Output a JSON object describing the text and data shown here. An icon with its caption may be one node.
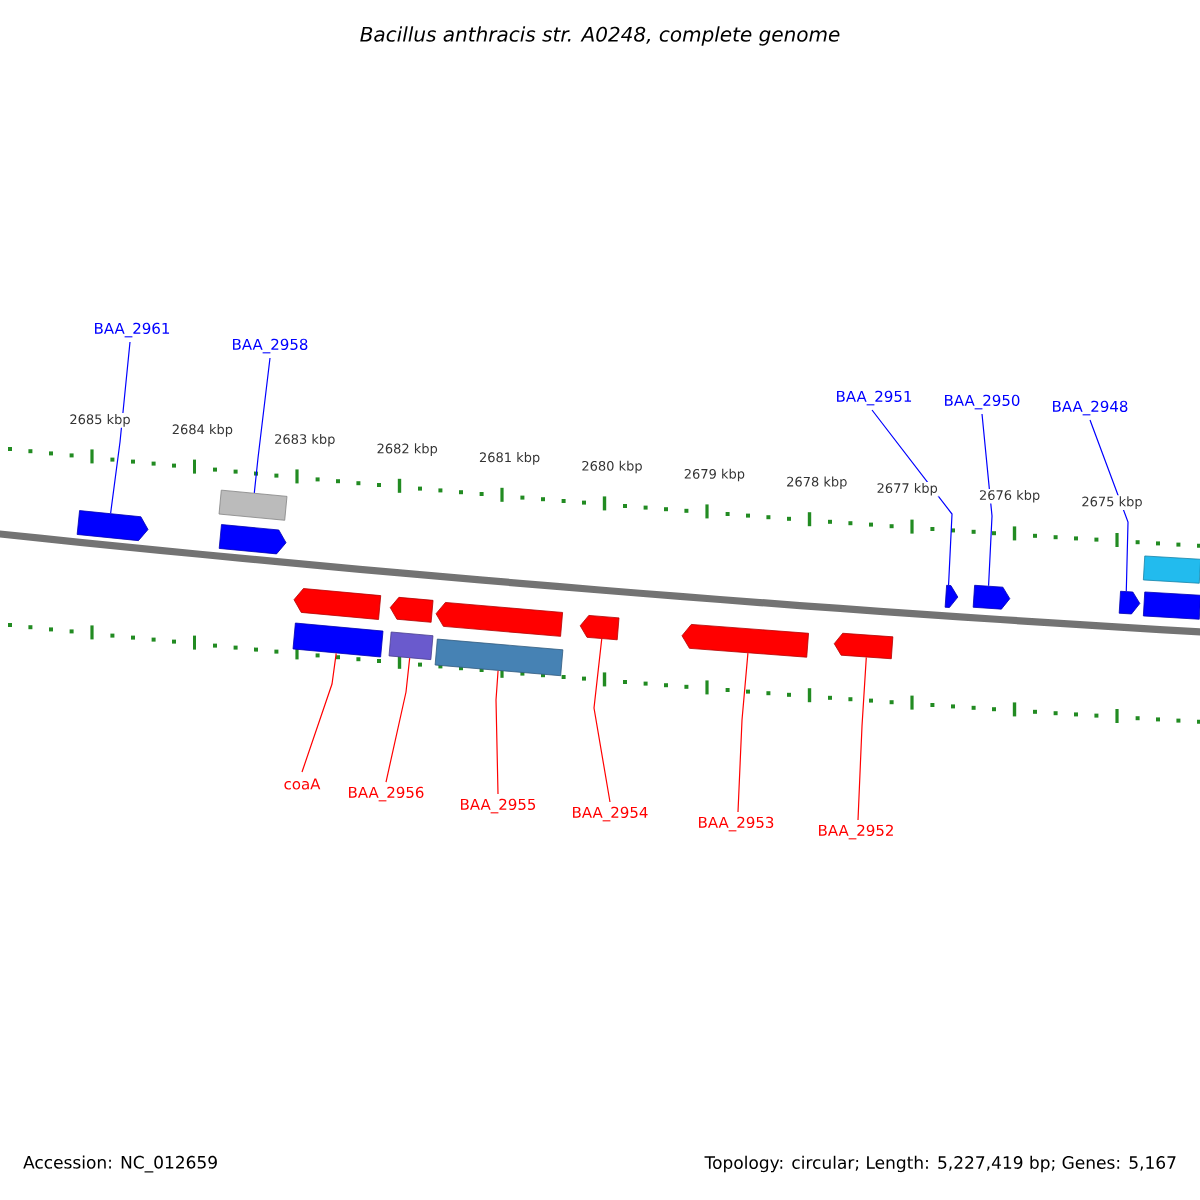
{
  "diagram": {
    "title": "Bacillus anthracis str. A0248, complete genome",
    "nodes": [
      {
        "text": [
          "BAA_2961"
        ]
      },
      {
        "text": [
          "BAA_2958"
        ]
      },
      {
        "text": [
          "BAA_2951"
        ]
      },
      {
        "text": [
          "BAA_2950"
        ]
      },
      {
        "text": [
          "BAA_2948"
        ]
      },
      {
        "text": [
          "coaA"
        ]
      },
      {
        "text": [
          "BAA_2956"
        ]
      },
      {
        "text": [
          "BAA_2955"
        ]
      },
      {
        "text": [
          "BAA_2954"
        ]
      },
      {
        "text": [
          "BAA_2953"
        ]
      },
      {
        "text": [
          "BAA_2952"
        ]
      },
      {
        "text": [],
        "shape": "arrow"
      },
      {
        "text": [],
        "shape": "box"
      },
      {
        "text": [],
        "shape": "arrow"
      },
      {
        "text": [],
        "shape": "box"
      },
      {
        "text": [],
        "shape": "arrow"
      },
      {
        "text": [],
        "shape": "box"
      },
      {
        "text": [],
        "shape": "arrow"
      },
      {
        "text": [],
        "shape": "box"
      },
      {
        "text": [],
        "shape": "arrow"
      },
      {
        "text": [],
        "shape": "arrow"
      },
      {
        "text": [],
        "shape": "arrow"
      },
      {
        "text": [],
        "shape": "arrow"
      },
      {
        "text": [],
        "shape": "arrow"
      },
      {
        "text": [],
        "shape": "arrow"
      },
      {
        "text": [],
        "shape": "arrow"
      },
      {
        "text": [],
        "shape": "box"
      },
      {
        "text": [],
        "shape": "box"
      }
    ],
    "edges": [
      {
        "from": 0,
        "to": 11,
        "arrow": "none",
        "color": "#0000ff"
      },
      {
        "from": 1,
        "to": 12,
        "arrow": "none",
        "color": "#0000ff"
      },
      {
        "from": 2,
        "to": 23,
        "arrow": "none",
        "color": "#0000ff"
      },
      {
        "from": 3,
        "to": 24,
        "arrow": "none",
        "color": "#0000ff"
      },
      {
        "from": 4,
        "to": 25,
        "arrow": "none",
        "color": "#0000ff"
      },
      {
        "from": 5,
        "to": 14,
        "arrow": "none",
        "color": "#ff0000"
      },
      {
        "from": 6,
        "to": 16,
        "arrow": "none",
        "color": "#ff0000"
      },
      {
        "from": 7,
        "to": 18,
        "arrow": "none",
        "color": "#ff0000"
      },
      {
        "from": 8,
        "to": 20,
        "arrow": "none",
        "color": "#ff0000"
      },
      {
        "from": 9,
        "to": 21,
        "arrow": "none",
        "color": "#ff0000"
      },
      {
        "from": 10,
        "to": 22,
        "arrow": "none",
        "color": "#ff0000"
      }
    ],
    "labels": [
      "2685 kbp",
      "2684 kbp",
      "2683 kbp",
      "2682 kbp",
      "2681 kbp",
      "2680 kbp",
      "2679 kbp",
      "2678 kbp",
      "2677 kbp",
      "2676 kbp",
      "2675 kbp",
      "Accession: NC_012659",
      "Topology: circular; Length: 5,227,419 bp; Genes: 5,167"
    ]
  }
}
